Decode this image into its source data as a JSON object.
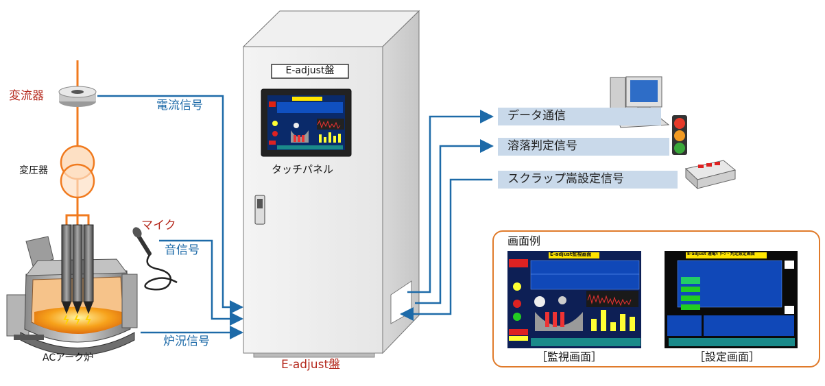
{
  "labels": {
    "current_transformer": "変流器",
    "transformer": "変圧器",
    "microphone": "マイク",
    "arc_furnace": "ACアーク炉",
    "current_signal": "電流信号",
    "sound_signal": "音信号",
    "furnace_signal": "炉況信号",
    "panel_plate": "E-adjust盤",
    "panel_caption": "E-adjust盤",
    "touch_panel": "タッチパネル"
  },
  "outputs": [
    {
      "label": "データ通信"
    },
    {
      "label": "溶落判定信号"
    },
    {
      "label": "スクラップ嵩設定信号"
    }
  ],
  "examples": {
    "title": "画面例",
    "monitor_caption": "［監視画面］",
    "settings_caption": "［設定画面］",
    "monitor_header": "E-adjust監視画面",
    "settings_header": "E-adjust 通電ﾊﾟﾀｰﾝ・判定設定画面"
  },
  "colors": {
    "signal_line": "#1d6aa8",
    "power_line": "#f07a1e",
    "label_red": "#b52a1e",
    "band": "#c9d9ea",
    "examples_border": "#e07a2a"
  }
}
